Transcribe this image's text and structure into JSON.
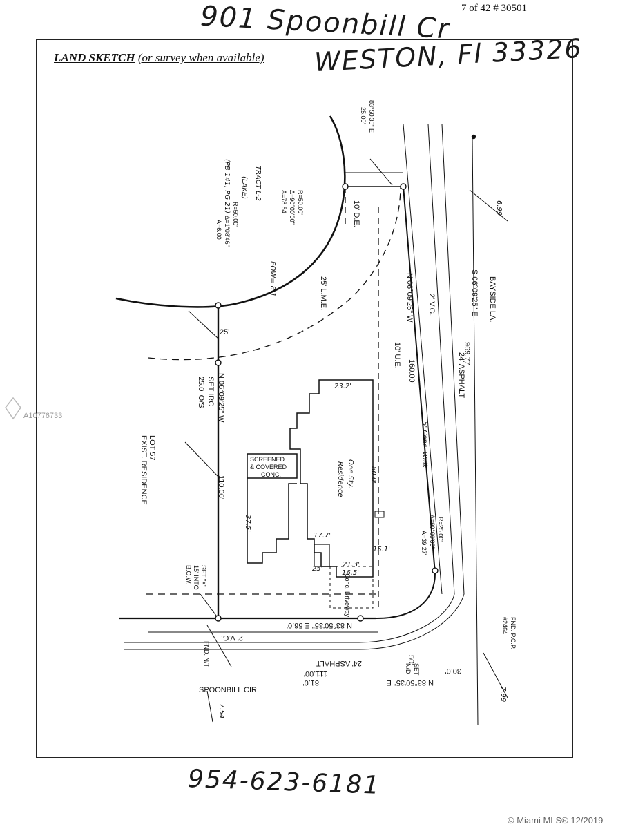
{
  "page_info": "7 of 42   # 30501",
  "header": {
    "street": "901 Spoonbill Cr",
    "city": "WESTON, Fl 33326"
  },
  "sheet": {
    "title": "LAND SKETCH",
    "subtitle": "(or survey when available)"
  },
  "phone": "954-623-6181",
  "watermark": {
    "listing_id": "A10776733",
    "mls": "© Miami MLS® 12/2019"
  },
  "plat": {
    "bayside_label": "BAYSIDE  LA.",
    "bayside_bearing": "S 06°09'25\" E",
    "bayside_length": "969.77",
    "asphalt_right": "24' ASPHALT",
    "vg_right": "2' V.G.",
    "east_line": "N 06°09'25\" W",
    "east_length": "160.00'",
    "ue": "10' U.E.",
    "de": "10' D.E.",
    "lme": "25' L.M.E.",
    "west_line": "N 06°09'25\" W",
    "west_length": "110.06'",
    "west_25": "25'",
    "set_irc": "SET IRC",
    "set_irc_os": "25.0' O/S",
    "lot57": "LOT 57",
    "exist_res": "EXIST. RESIDENCE",
    "tract_1": "TRACT L-2",
    "tract_2": "(LAKE)",
    "tract_3": "(PB 141, PG 21)",
    "arc1_r": "R=50.00'",
    "arc1_d": "Δ=90°00'00\"",
    "arc1_a": "A=78.54",
    "arc2_r": "R=50.00'",
    "arc2_d": "Δ=1°08'46\"",
    "arc2_a": "A=6.00'",
    "eow": "EOW= 8.1",
    "top_bearing": "83°50'35\" E",
    "top_length": "25.00'",
    "south_line": "N 83°50'35\" E 56.0'",
    "vg_bottom": "2' V.G.",
    "asphalt_bottom": "24' ASPHALT",
    "dim_111": "111.00'",
    "dim_81": "81.0'",
    "road_bearing": "N 83°50'35\" E",
    "dim_30": "30.0'",
    "dim_50": "50'",
    "corner_r": "R=25.00'",
    "corner_d": "Δ=90°00'00\"",
    "corner_a": "A=39.27'",
    "spoonbill": "SPOONBILL  CIR.",
    "fnd_nt": "FND. N/T",
    "set_x_1": "SET \"X\"",
    "set_x_2": "15' INTO",
    "set_x_3": "B.O.W.",
    "set_nd_1": "SET",
    "set_nd_2": "N/D",
    "pcp_1": "FND. P.C.P.",
    "pcp_2": "#2464",
    "elev_699": "6.99",
    "elev_799": "7.99",
    "elev_754": "7.54",
    "residence_1": "One Sty.",
    "residence_2": "Residence",
    "screened_1": "SCREENED",
    "screened_2": "& COVERED",
    "screened_3": "CONC.",
    "walk": "5' Conc. Walk",
    "driveway": "Conc. Driveway",
    "b_232": "23.2'",
    "b_800": "80.0'",
    "b_213": "21.3'",
    "b_177": "17.7'",
    "b_375": "37.5'",
    "b_151": "15.1'",
    "b_165": "16.5'",
    "b_25": "25'"
  }
}
